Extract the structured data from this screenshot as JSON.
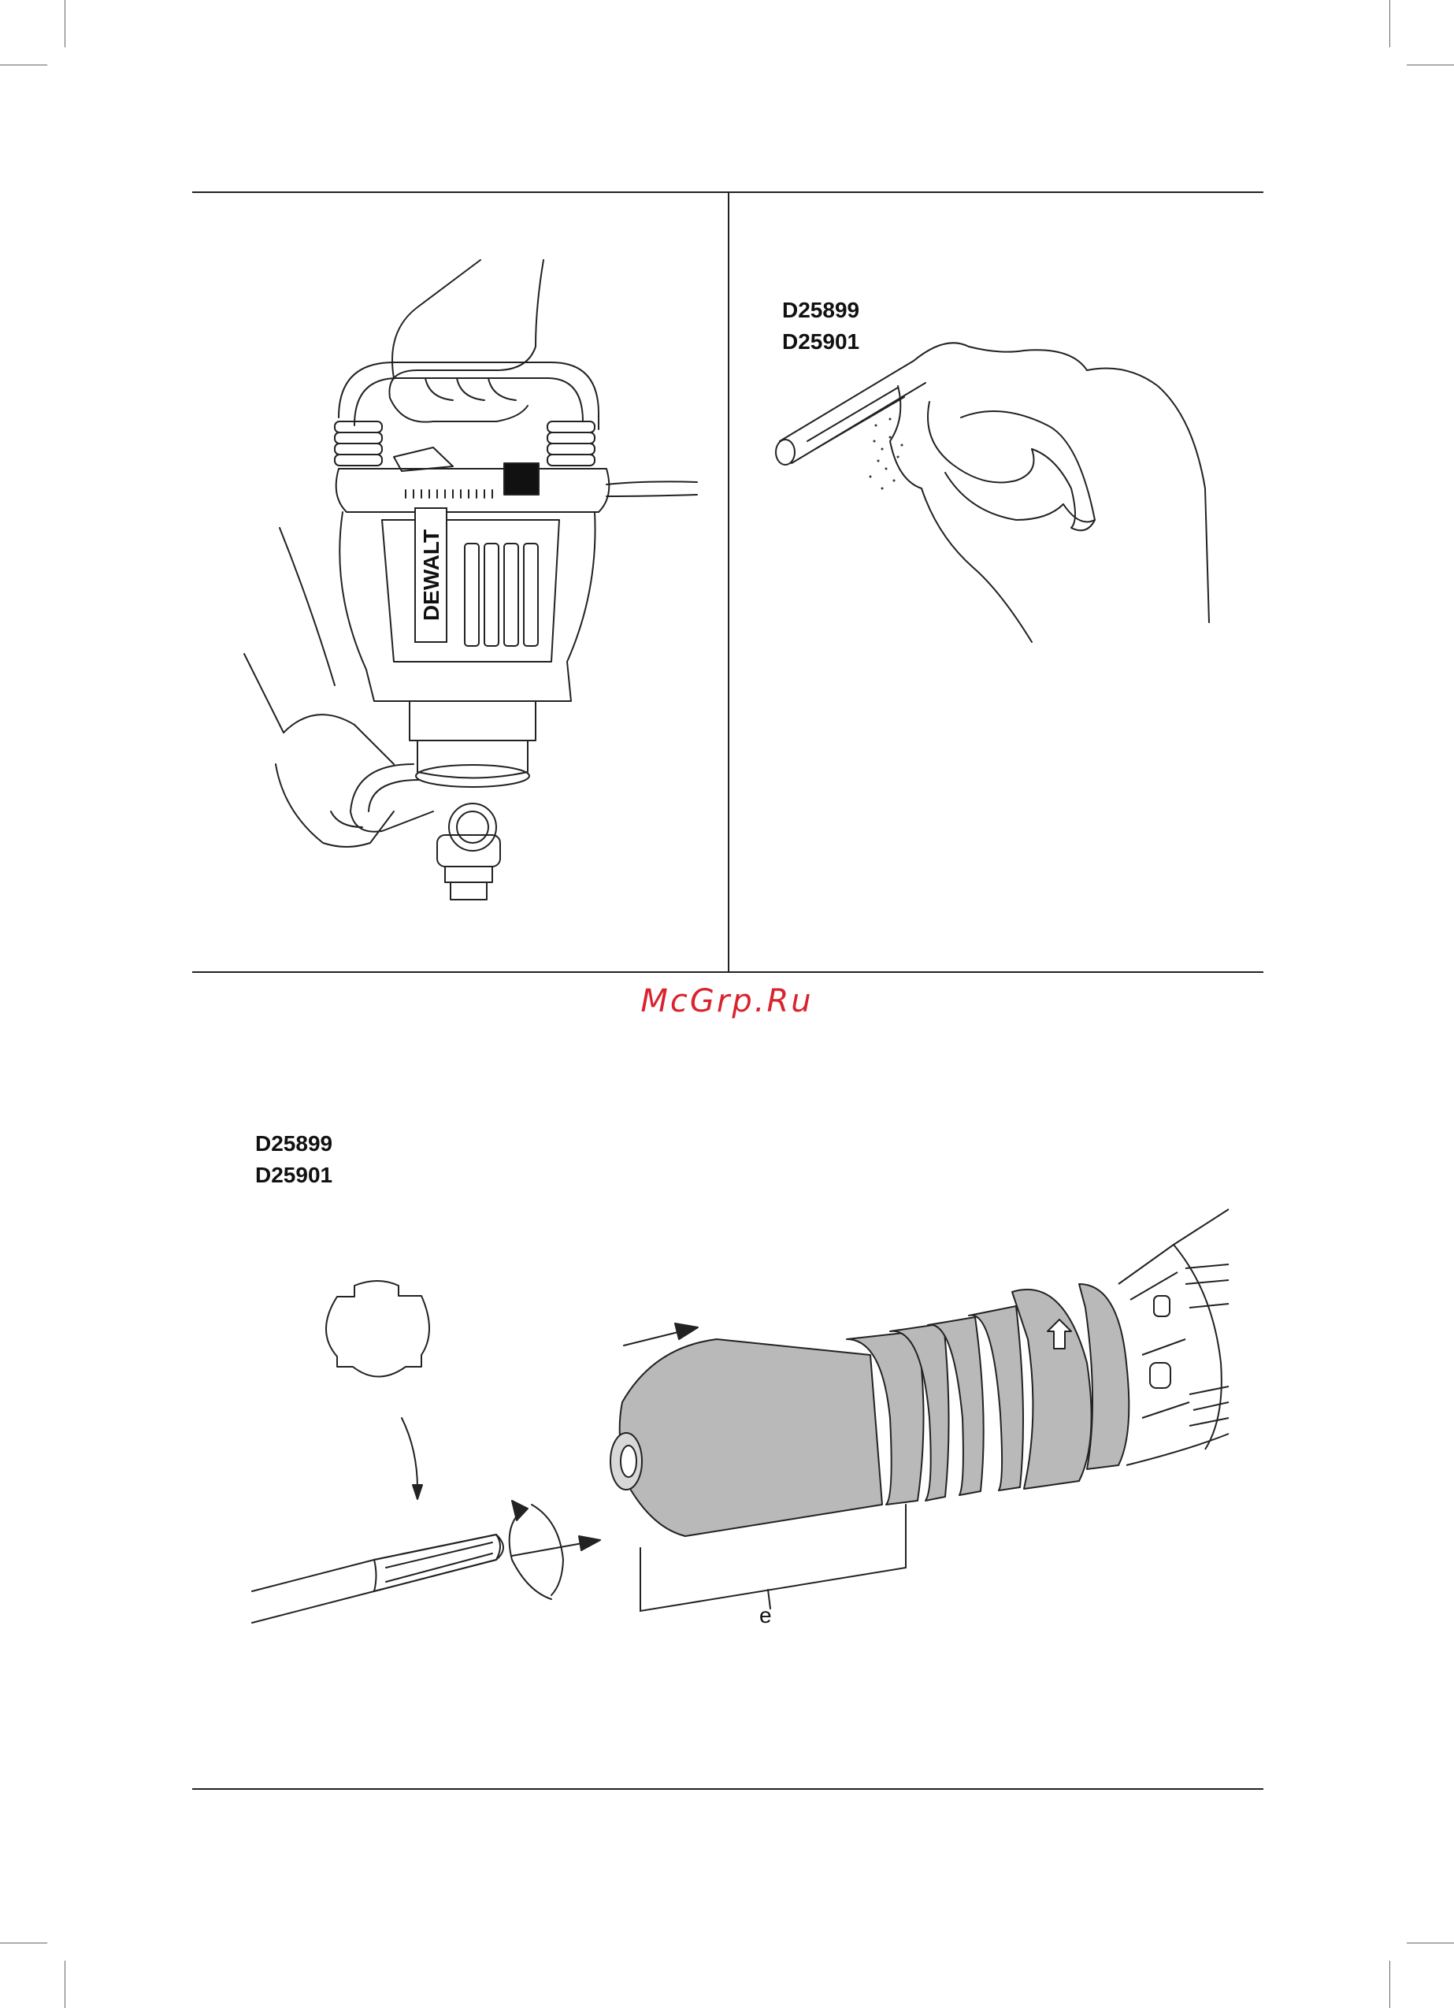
{
  "figures": {
    "top_right": {
      "model_numbers": [
        "D25899",
        "D25901"
      ]
    },
    "bottom": {
      "model_numbers": [
        "D25899",
        "D25901"
      ],
      "callout_label": "e"
    },
    "top_left": {
      "brand_logo_text": "DEWALT"
    }
  },
  "watermark": "McGrp.Ru",
  "colors": {
    "line": "#222222",
    "chuck_gray": "#b9b9b9",
    "watermark": "#d9232d"
  }
}
